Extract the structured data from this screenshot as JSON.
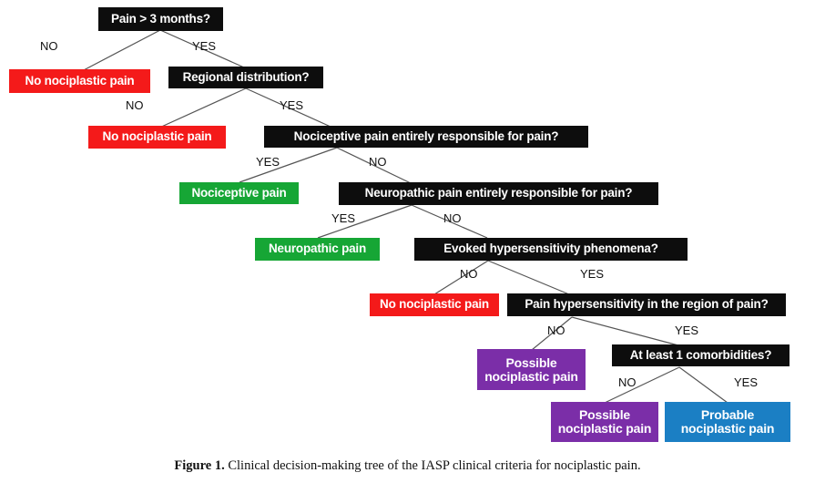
{
  "figure": {
    "caption_label": "Figure 1.",
    "caption_text": "Clinical decision-making tree of the IASP clinical criteria for nociplastic pain."
  },
  "palette": {
    "question": "#0d0d0d",
    "negative": "#f41a1a",
    "nociceptive": "#16a635",
    "neuropathic": "#16a635",
    "possible": "#7b2ea8",
    "probable": "#1b7fc4",
    "edge": "#555555",
    "background": "#ffffff"
  },
  "chart_data": {
    "type": "diagram",
    "subtype": "decision-tree",
    "title": "Clinical decision-making tree of the IASP clinical criteria for nociplastic pain.",
    "nodes": [
      {
        "id": "q1",
        "kind": "question",
        "label": "Pain > 3 months?",
        "color": "#0d0d0d"
      },
      {
        "id": "r1",
        "kind": "outcome",
        "label": "No nociplastic pain",
        "color": "#f41a1a"
      },
      {
        "id": "q2",
        "kind": "question",
        "label": "Regional distribution?",
        "color": "#0d0d0d"
      },
      {
        "id": "r2",
        "kind": "outcome",
        "label": "No nociplastic pain",
        "color": "#f41a1a"
      },
      {
        "id": "q3",
        "kind": "question",
        "label": "Nociceptive pain entirely responsible for pain?",
        "color": "#0d0d0d"
      },
      {
        "id": "g1",
        "kind": "outcome",
        "label": "Nociceptive pain",
        "color": "#16a635"
      },
      {
        "id": "q4",
        "kind": "question",
        "label": "Neuropathic pain entirely responsible for pain?",
        "color": "#0d0d0d"
      },
      {
        "id": "g2",
        "kind": "outcome",
        "label": "Neuropathic pain",
        "color": "#16a635"
      },
      {
        "id": "q5",
        "kind": "question",
        "label": "Evoked hypersensitivity phenomena?",
        "color": "#0d0d0d"
      },
      {
        "id": "r3",
        "kind": "outcome",
        "label": "No nociplastic pain",
        "color": "#f41a1a"
      },
      {
        "id": "q6",
        "kind": "question",
        "label": "Pain hypersensitivity in the region of pain?",
        "color": "#0d0d0d"
      },
      {
        "id": "p1",
        "kind": "outcome",
        "label_line1": "Possible",
        "label_line2": "nociplastic pain",
        "color": "#7b2ea8"
      },
      {
        "id": "q7",
        "kind": "question",
        "label": "At least 1 comorbidities?",
        "color": "#0d0d0d"
      },
      {
        "id": "p2",
        "kind": "outcome",
        "label_line1": "Possible",
        "label_line2": "nociplastic pain",
        "color": "#7b2ea8"
      },
      {
        "id": "b1",
        "kind": "outcome",
        "label_line1": "Probable",
        "label_line2": "nociplastic pain",
        "color": "#1b7fc4"
      }
    ],
    "edges": [
      {
        "from": "q1",
        "to": "r1",
        "label": "NO"
      },
      {
        "from": "q1",
        "to": "q2",
        "label": "YES"
      },
      {
        "from": "q2",
        "to": "r2",
        "label": "NO"
      },
      {
        "from": "q2",
        "to": "q3",
        "label": "YES"
      },
      {
        "from": "q3",
        "to": "g1",
        "label": "YES"
      },
      {
        "from": "q3",
        "to": "q4",
        "label": "NO"
      },
      {
        "from": "q4",
        "to": "g2",
        "label": "YES"
      },
      {
        "from": "q4",
        "to": "q5",
        "label": "NO"
      },
      {
        "from": "q5",
        "to": "r3",
        "label": "NO"
      },
      {
        "from": "q5",
        "to": "q6",
        "label": "YES"
      },
      {
        "from": "q6",
        "to": "p1",
        "label": "NO"
      },
      {
        "from": "q6",
        "to": "q7",
        "label": "YES"
      },
      {
        "from": "q7",
        "to": "p2",
        "label": "NO"
      },
      {
        "from": "q7",
        "to": "b1",
        "label": "YES"
      }
    ]
  },
  "labels": {
    "q1": "Pain > 3 months?",
    "r1": "No nociplastic pain",
    "q2": "Regional distribution?",
    "r2": "No nociplastic pain",
    "q3": "Nociceptive pain entirely responsible for pain?",
    "g1": "Nociceptive pain",
    "q4": "Neuropathic pain entirely responsible for pain?",
    "g2": "Neuropathic pain",
    "q5": "Evoked hypersensitivity phenomena?",
    "r3": "No nociplastic pain",
    "q6": "Pain hypersensitivity in the region of pain?",
    "p1_l1": "Possible",
    "p1_l2": "nociplastic pain",
    "q7": "At least 1 comorbidities?",
    "p2_l1": "Possible",
    "p2_l2": "nociplastic pain",
    "b1_l1": "Probable",
    "b1_l2": "nociplastic pain"
  },
  "edge_labels": {
    "e1_no": "NO",
    "e1_yes": "YES",
    "e2_no": "NO",
    "e2_yes": "YES",
    "e3_yes": "YES",
    "e3_no": "NO",
    "e4_yes": "YES",
    "e4_no": "NO",
    "e5_no": "NO",
    "e5_yes": "YES",
    "e6_no": "NO",
    "e6_yes": "YES",
    "e7_no": "NO",
    "e7_yes": "YES"
  }
}
